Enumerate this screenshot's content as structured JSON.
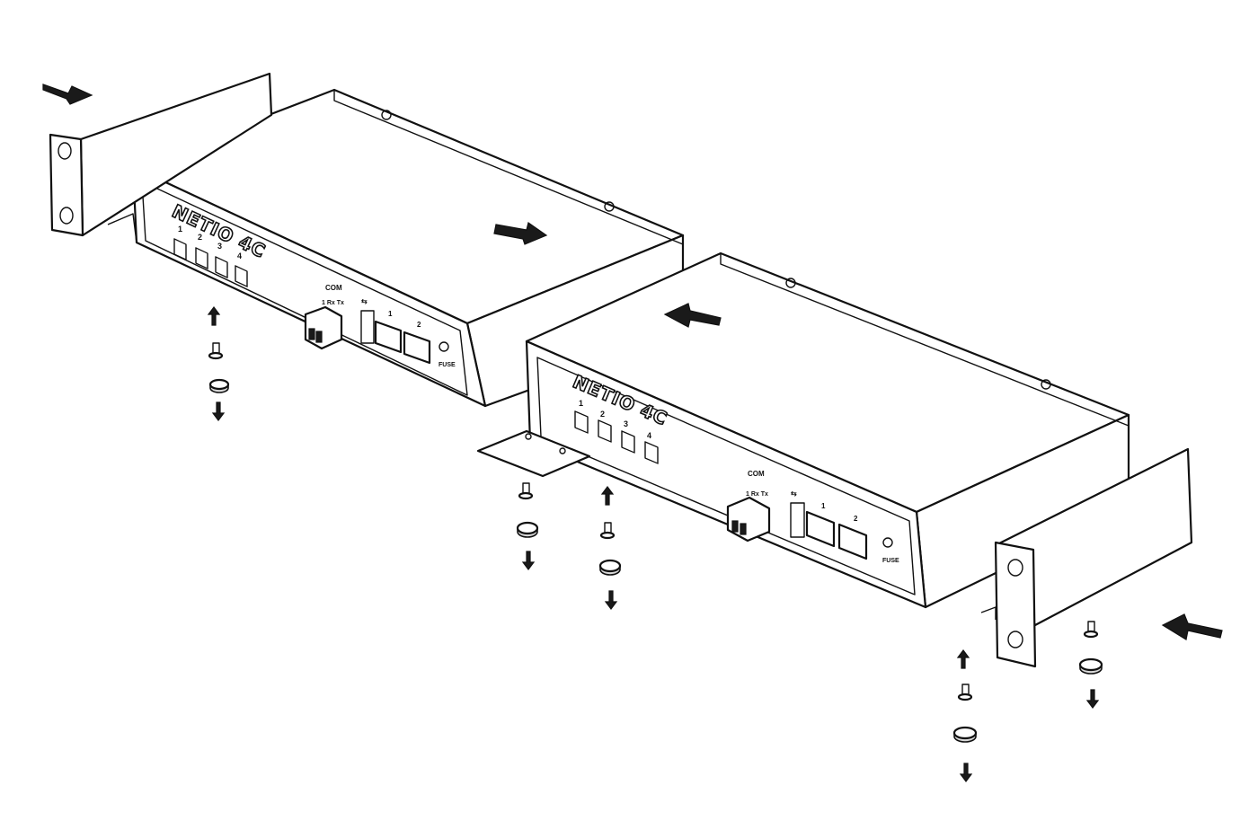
{
  "device_brand": "NETIO 4C",
  "output_labels": [
    "1",
    "2",
    "3",
    "4"
  ],
  "com_label": "COM",
  "com_pins_label": "1 Rx Tx",
  "lan1_label": "1",
  "lan2_label": "2",
  "fuse_label": "FUSE",
  "colors": {
    "line": "#111111",
    "background": "#ffffff",
    "arrow": "#1a1a1a"
  },
  "icons": [
    "arrow-icon",
    "screw-icon",
    "rubber-foot-icon",
    "usb-icon",
    "ethernet-icon"
  ]
}
